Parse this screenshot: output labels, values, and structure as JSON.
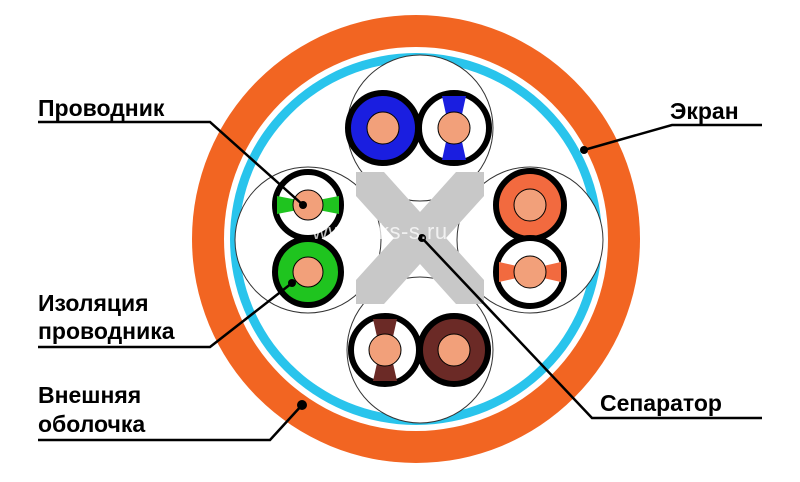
{
  "labels": {
    "conductor": "Проводник",
    "insulation_line1": "Изоляция",
    "insulation_line2": "проводника",
    "jacket_line1": "Внешняя",
    "jacket_line2": "оболочка",
    "screen": "Экран",
    "separator": "Сепаратор"
  },
  "watermark": "www.sks-s.ru",
  "colors": {
    "jacket": "#f26522",
    "screen": "#29c4ec",
    "separator": "#c8c8c8",
    "blue": "#1a1ee0",
    "green": "#1fc41f",
    "orange": "#f26a3f",
    "brown": "#6b2a26",
    "copper": "#f2a07a"
  }
}
